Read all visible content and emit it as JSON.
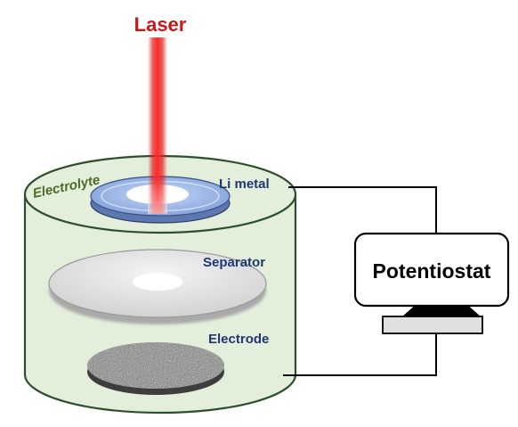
{
  "labels": {
    "laser": "Laser",
    "electrolyte": "Electrolyte",
    "li_metal": "Li metal",
    "separator": "Separator",
    "electrode": "Electrode",
    "potentiostat": "Potentiostat"
  },
  "colors": {
    "laser": "#c41a1a",
    "electrolyte_label": "#4e6b2c",
    "component_labels": "#1f3777",
    "electrolyte_fill": "#e3efda",
    "li_metal": "#8eaee8",
    "separator": "#dcdcdc",
    "electrode": "#7c7c7c",
    "stand_base": "#e0e0e0",
    "wire": "#000000"
  }
}
